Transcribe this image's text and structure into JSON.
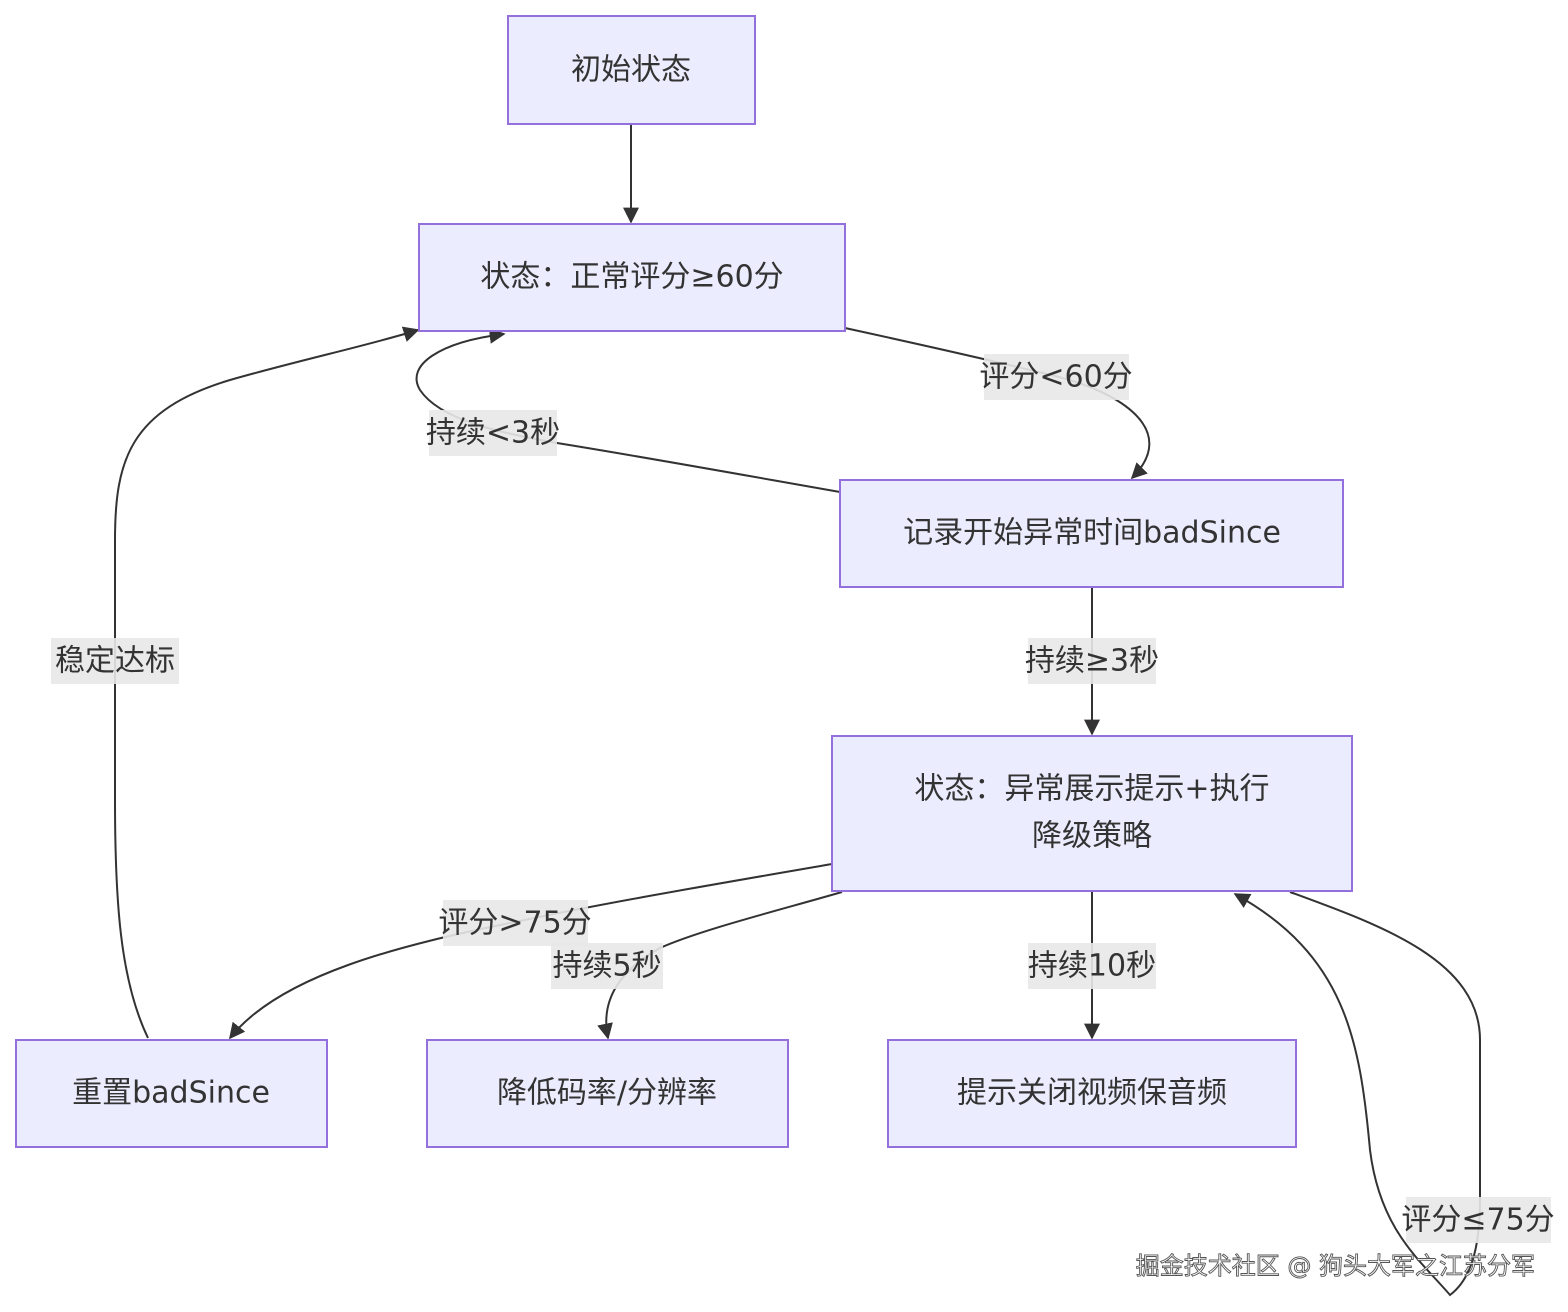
{
  "nodes": {
    "init": {
      "label": "初始状态"
    },
    "normal": {
      "label": "状态：正常评分≥60分"
    },
    "record": {
      "label": "记录开始异常时间badSince"
    },
    "abnormal": {
      "line1": "状态：异常展示提示+执行",
      "line2": "降级策略"
    },
    "reset": {
      "label": "重置badSince"
    },
    "lower": {
      "label": "降低码率/分辨率"
    },
    "prompt": {
      "label": "提示关闭视频保音频"
    }
  },
  "edges": {
    "score_lt_60": {
      "label": "评分<60分"
    },
    "lasting_lt_3s": {
      "label": "持续<3秒"
    },
    "lasting_ge_3s": {
      "label": "持续≥3秒"
    },
    "stable": {
      "label": "稳定达标"
    },
    "score_gt_75": {
      "label": "评分>75分"
    },
    "lasting_5s": {
      "label": "持续5秒"
    },
    "lasting_10s": {
      "label": "持续10秒"
    },
    "score_le_75": {
      "label": "评分≤75分"
    }
  },
  "watermark": {
    "text": "掘金技术社区 @ 狗头大军之江苏分军"
  },
  "colors": {
    "node_fill": "#ececff",
    "node_stroke": "#9370db",
    "edge": "#333333",
    "label_bg": "#e8e8e8"
  }
}
